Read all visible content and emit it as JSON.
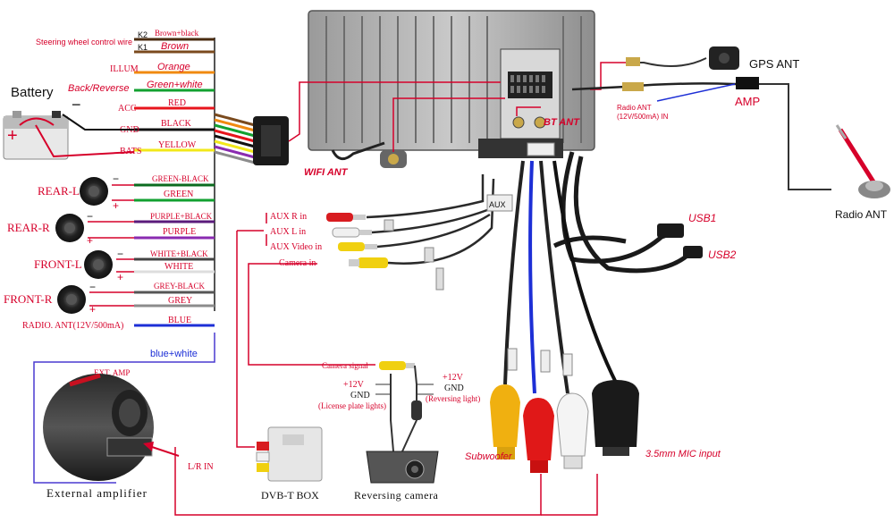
{
  "harness_labels": {
    "steering": "Steering wheel control wire",
    "k2": "K2",
    "k1": "K1",
    "brown_black": "Brown+black",
    "brown": "Brown",
    "illum": "ILLUM",
    "orange": "Orange",
    "back_reverse": "Back/Reverse",
    "green_white": "Green+white",
    "acc": "ACC",
    "red": "RED",
    "gnd": "GND",
    "black": "BLACK",
    "bats": "BATS",
    "yellow": "YELLOW",
    "green_black": "GREEN-BLACK",
    "green": "GREEN",
    "purple_black": "PURPLE+BLACK",
    "purple": "PURPLE",
    "white_black": "WHITE+BLACK",
    "white": "WHITE",
    "grey_black": "GREY-BLACK",
    "grey": "GREY",
    "radio_ant": "RADIO. ANT(12V/500mA)",
    "blue": "BLUE",
    "blue_white": "blue+white",
    "ext_amp": "EXT. AMP"
  },
  "speakers": {
    "rear_l": "REAR-L",
    "rear_r": "REAR-R",
    "front_l": "FRONT-L",
    "front_r": "FRONT-R",
    "minus": "−",
    "plus": "+"
  },
  "battery": {
    "label": "Battery",
    "minus": "−",
    "plus": "+"
  },
  "unit_labels": {
    "wifi_ant": "WIFI ANT",
    "bt_ant": "BT ANT",
    "gps_ant": "GPS ANT",
    "amp": "AMP",
    "radio_ant_line1": "Radio ANT",
    "radio_ant_line2": "(12V/500mA) IN",
    "radio_ant": "Radio ANT",
    "usb1": "USB1",
    "usb2": "USB2",
    "aux_label": "AUX"
  },
  "aux": {
    "aux_r": "AUX R in",
    "aux_l": "AUX L in",
    "aux_video": "AUX Video in",
    "camera_in": "Camera in"
  },
  "camera": {
    "camera_signal": "Camera signal",
    "plus12_a": "+12V",
    "gnd_a": "GND",
    "license": "(License plate lights)",
    "plus12_b": "+12V",
    "gnd_b": "GND",
    "reversing_light": "(Reversing light)",
    "reversing_camera": "Reversing camera"
  },
  "bottom": {
    "external_amplifier": "External amplifier",
    "lr_in": "L/R IN",
    "dvbt": "DVB-T BOX",
    "subwoofer": "Subwoofer",
    "mic": "3.5mm MIC input"
  },
  "colors": {
    "label_red": "#d6002a",
    "wire_brown": "#7a4a1e",
    "wire_orange": "#f08a10",
    "wire_green": "#12a030",
    "wire_red": "#e8141c",
    "wire_yellow": "#f2e81a",
    "wire_purple": "#8a2bb0",
    "wire_grey": "#8c8c8c",
    "wire_blue": "#1d2fd6"
  }
}
